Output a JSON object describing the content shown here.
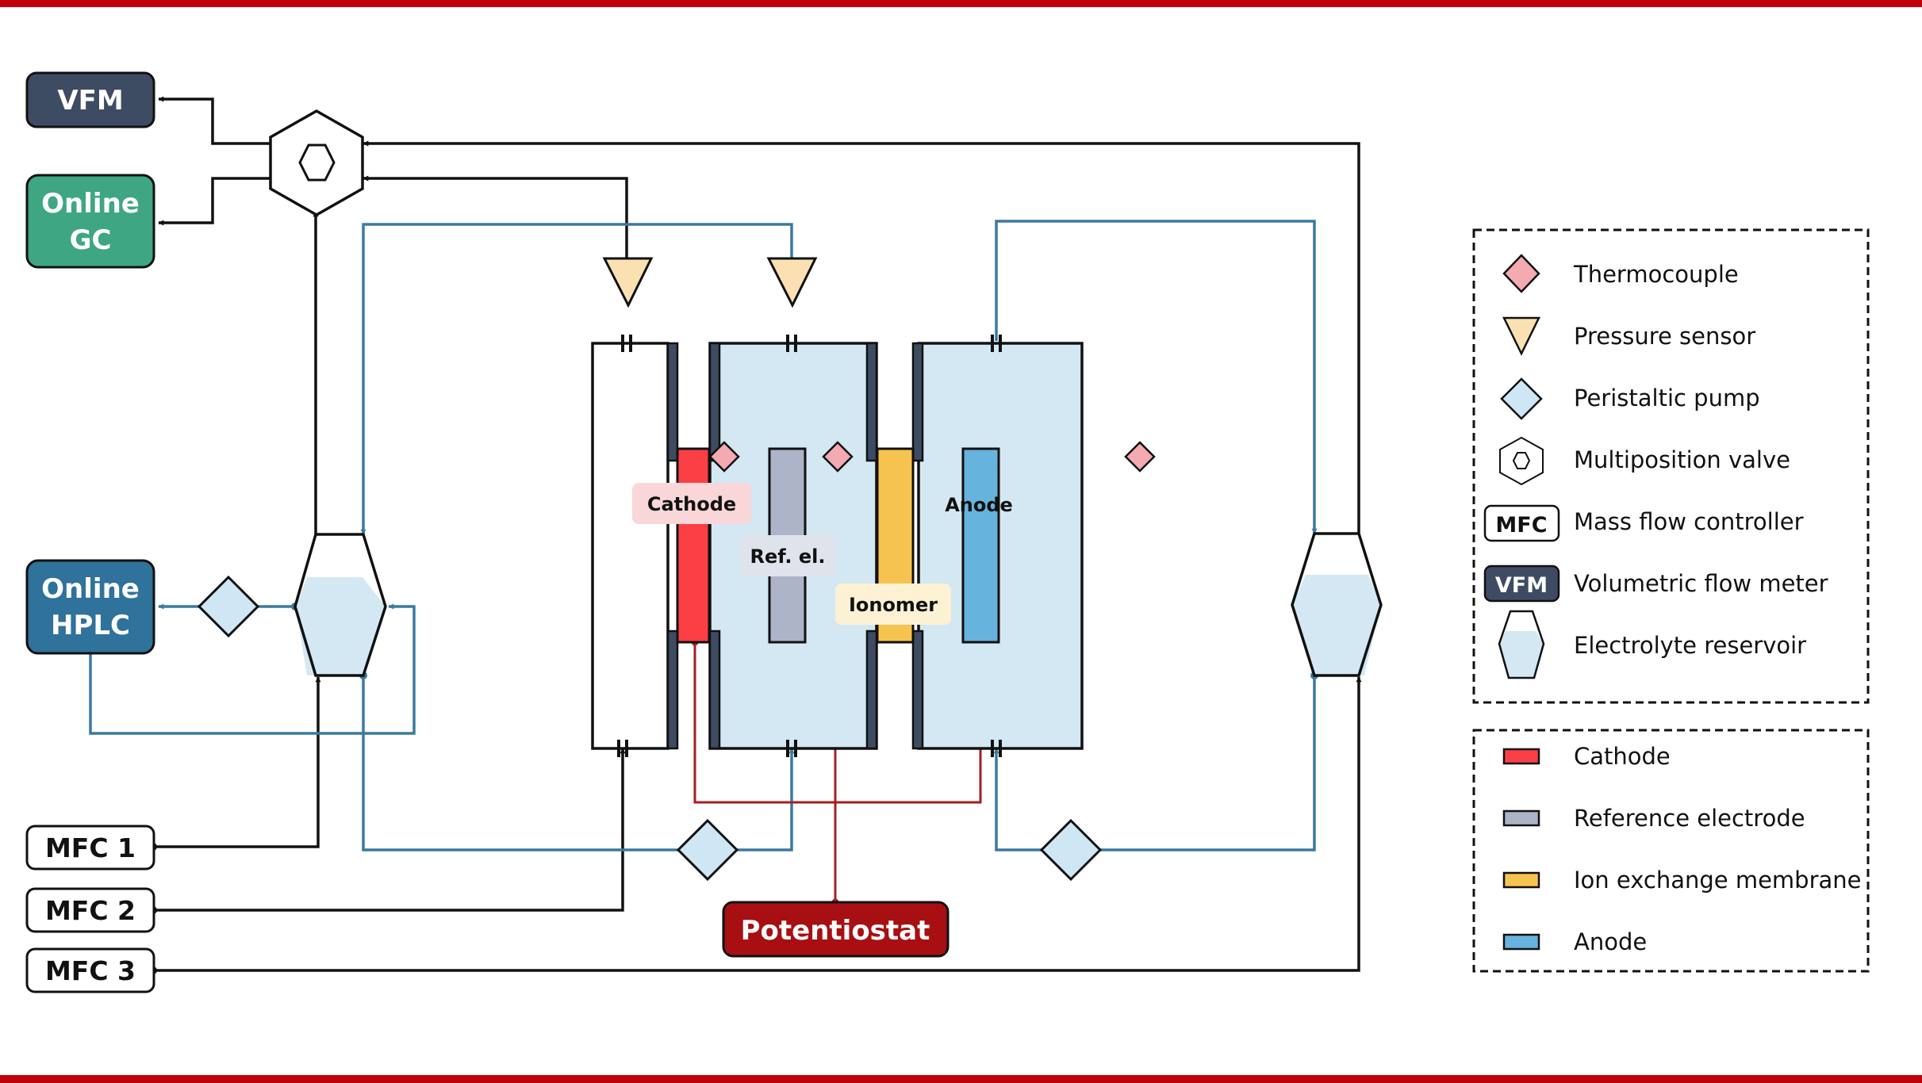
{
  "colors": {
    "frame_red": "#c0000b",
    "black_line": "#111111",
    "blue_line": "#3b7aa0",
    "red_line": "#a81d21",
    "vfm": "#3e4c63",
    "online_gc": "#3fa683",
    "online_hplc": "#2f729b",
    "potentiostat": "#a80f12",
    "electrolyte": "#d3e8f3",
    "cathode": "#fb3f44",
    "reference": "#adb4c7",
    "membrane": "#f7c34f",
    "anode": "#66b3dd",
    "thermocouple": "#f4aab1",
    "pressure_sensor": "#fbe1b2",
    "pump": "#cfe6f4"
  },
  "boxes": {
    "vfm": "VFM",
    "online_gc": [
      "Online",
      "GC"
    ],
    "online_hplc": [
      "Online",
      "HPLC"
    ],
    "mfc1": "MFC 1",
    "mfc2": "MFC 2",
    "mfc3": "MFC 3",
    "potentiostat": "Potentiostat"
  },
  "cell_labels": {
    "cathode": "Cathode",
    "reference": "Ref. el.",
    "ionomer": "Ionomer",
    "anode": "Anode"
  },
  "legend_symbols": [
    {
      "icon": "thermocouple-icon",
      "label": "Thermocouple"
    },
    {
      "icon": "pressure-sensor-icon",
      "label": "Pressure sensor"
    },
    {
      "icon": "peristaltic-pump-icon",
      "label": "Peristaltic pump"
    },
    {
      "icon": "multiposition-valve-icon",
      "label": "Multiposition valve"
    },
    {
      "icon": "mfc-icon",
      "icon_text": "MFC",
      "label": "Mass flow controller"
    },
    {
      "icon": "vfm-icon",
      "icon_text": "VFM",
      "label": "Volumetric flow meter"
    },
    {
      "icon": "electrolyte-reservoir-icon",
      "label": "Electrolyte reservoir"
    }
  ],
  "legend_components": [
    {
      "color": "#fb3f44",
      "label": "Cathode"
    },
    {
      "color": "#adb4c7",
      "label": "Reference electrode"
    },
    {
      "color": "#f7c34f",
      "label": "Ion exchange membrane"
    },
    {
      "color": "#66b3dd",
      "label": "Anode"
    }
  ]
}
